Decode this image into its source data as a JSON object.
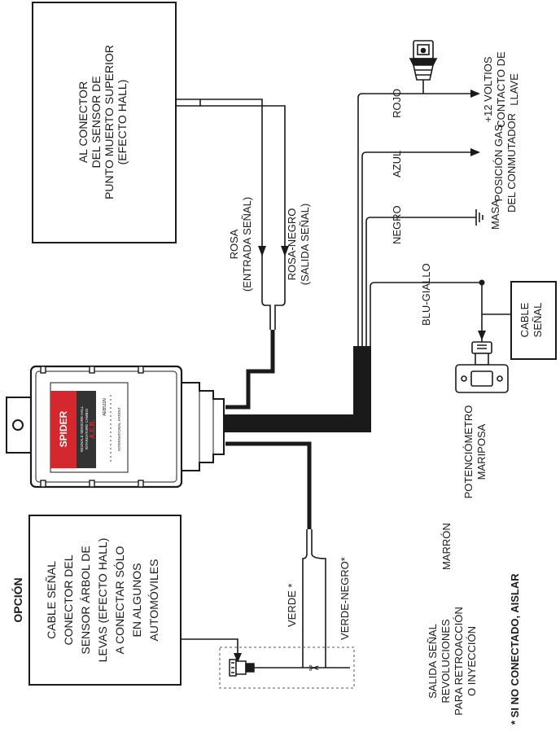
{
  "colors": {
    "wire": "#1a1a1a",
    "module_body": "#ffffff",
    "label_red": "#d5282e",
    "label_dark": "#333333"
  },
  "module": {
    "brand": "SPIDER",
    "subtitle_line1": "SEGNALE SENSORE HALL",
    "subtitle_line2": "RITARDATORE CAMBIO",
    "logo": "A.E.B.",
    "code": "AEB511N",
    "patent": "INTERNATIONAL PATENT"
  },
  "boxes": {
    "hall_connector": [
      "AL CONECTOR",
      "DEL SENSOR DE",
      "PUNTO MUERTO SUPERIOR",
      "(EFECTO HALL)"
    ],
    "cable_senal": [
      "CABLE",
      "SEÑAL"
    ],
    "option": [
      "CABLE SEÑAL",
      "CONECTOR DEL",
      "SENSOR ÁRBOL DE",
      "LEVAS (EFECTO HALL)",
      "A CONECTAR SÓLO",
      "EN ALGUNOS",
      "AUTOMÓVILES"
    ]
  },
  "wire_labels": {
    "rosa": [
      "ROSA",
      "(ENTRADA SEÑAL)"
    ],
    "rosa_negro": [
      "ROSA-NEGRO",
      "(SALIDA  SEÑAL)"
    ],
    "rojo": "ROJO",
    "azul": "AZUL",
    "negro": "NEGRO",
    "blu_giallo": "BLU-GIALLO",
    "verde": "VERDE *",
    "verde_negro": "VERDE-NEGRO*",
    "marron": "MARRÓN"
  },
  "destinations": {
    "plus12": [
      "+12 VOLTIOS",
      "CONTACTO DE",
      "LLAVE"
    ],
    "posicion_gas": [
      "POSICIÓN GAS",
      "DEL CONMUTADOR"
    ],
    "masa": "MASA",
    "potenciometro": [
      "POTENCIÓMETRO",
      "MARIPOSA"
    ]
  },
  "notes": {
    "opcion": "OPCIÓN",
    "salida": [
      "SALIDA  SEÑAL",
      "REVOLUCIONES",
      "PARA RETROACCIÓN",
      "O INYECCIÓN"
    ],
    "footnote": "* SI NO CONECTADO, AISLAR"
  }
}
